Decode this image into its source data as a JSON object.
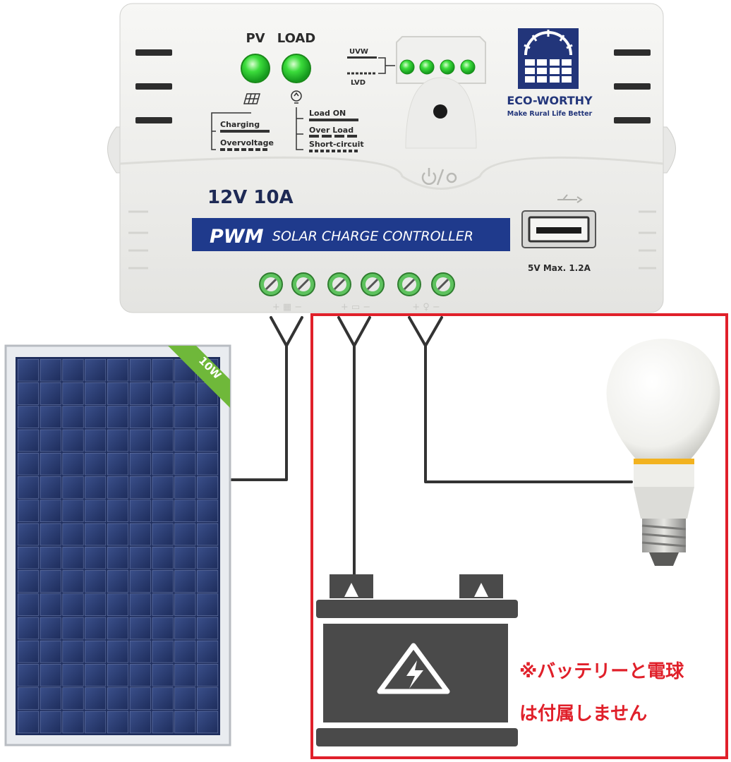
{
  "controller": {
    "led_pv_label": "PV",
    "led_load_label": "LOAD",
    "uvw_label": "UVW",
    "lvd_label": "LVD",
    "charging_label": "Charging",
    "overvoltage_label": "Overvoltage",
    "load_on_label": "Load ON",
    "over_load_label": "Over Load",
    "short_circuit_label": "Short-circuit",
    "rating": "12V 10A",
    "banner_pwm": "PWM",
    "banner_text": "SOLAR CHARGE CONTROLLER",
    "brand": "ECO-WORTHY",
    "tagline": "Make Rural Life Better",
    "usb_spec": "5V  Max. 1.2A",
    "terminal_pv": "+ ▦ −",
    "terminal_battery": "+ ▭ −",
    "terminal_load": "+ ♀ −"
  },
  "solar_panel": {
    "badge": "10W"
  },
  "notice": {
    "line1": "※バッテリーと電球",
    "line2": "は付属しません"
  },
  "colors": {
    "led_green": "#3bdc3b",
    "banner_blue": "#1f3a8c",
    "notice_red": "#e0202a",
    "battery_gray": "#4a4a4a",
    "wire": "#333333",
    "badge_green": "#6fb83a"
  }
}
